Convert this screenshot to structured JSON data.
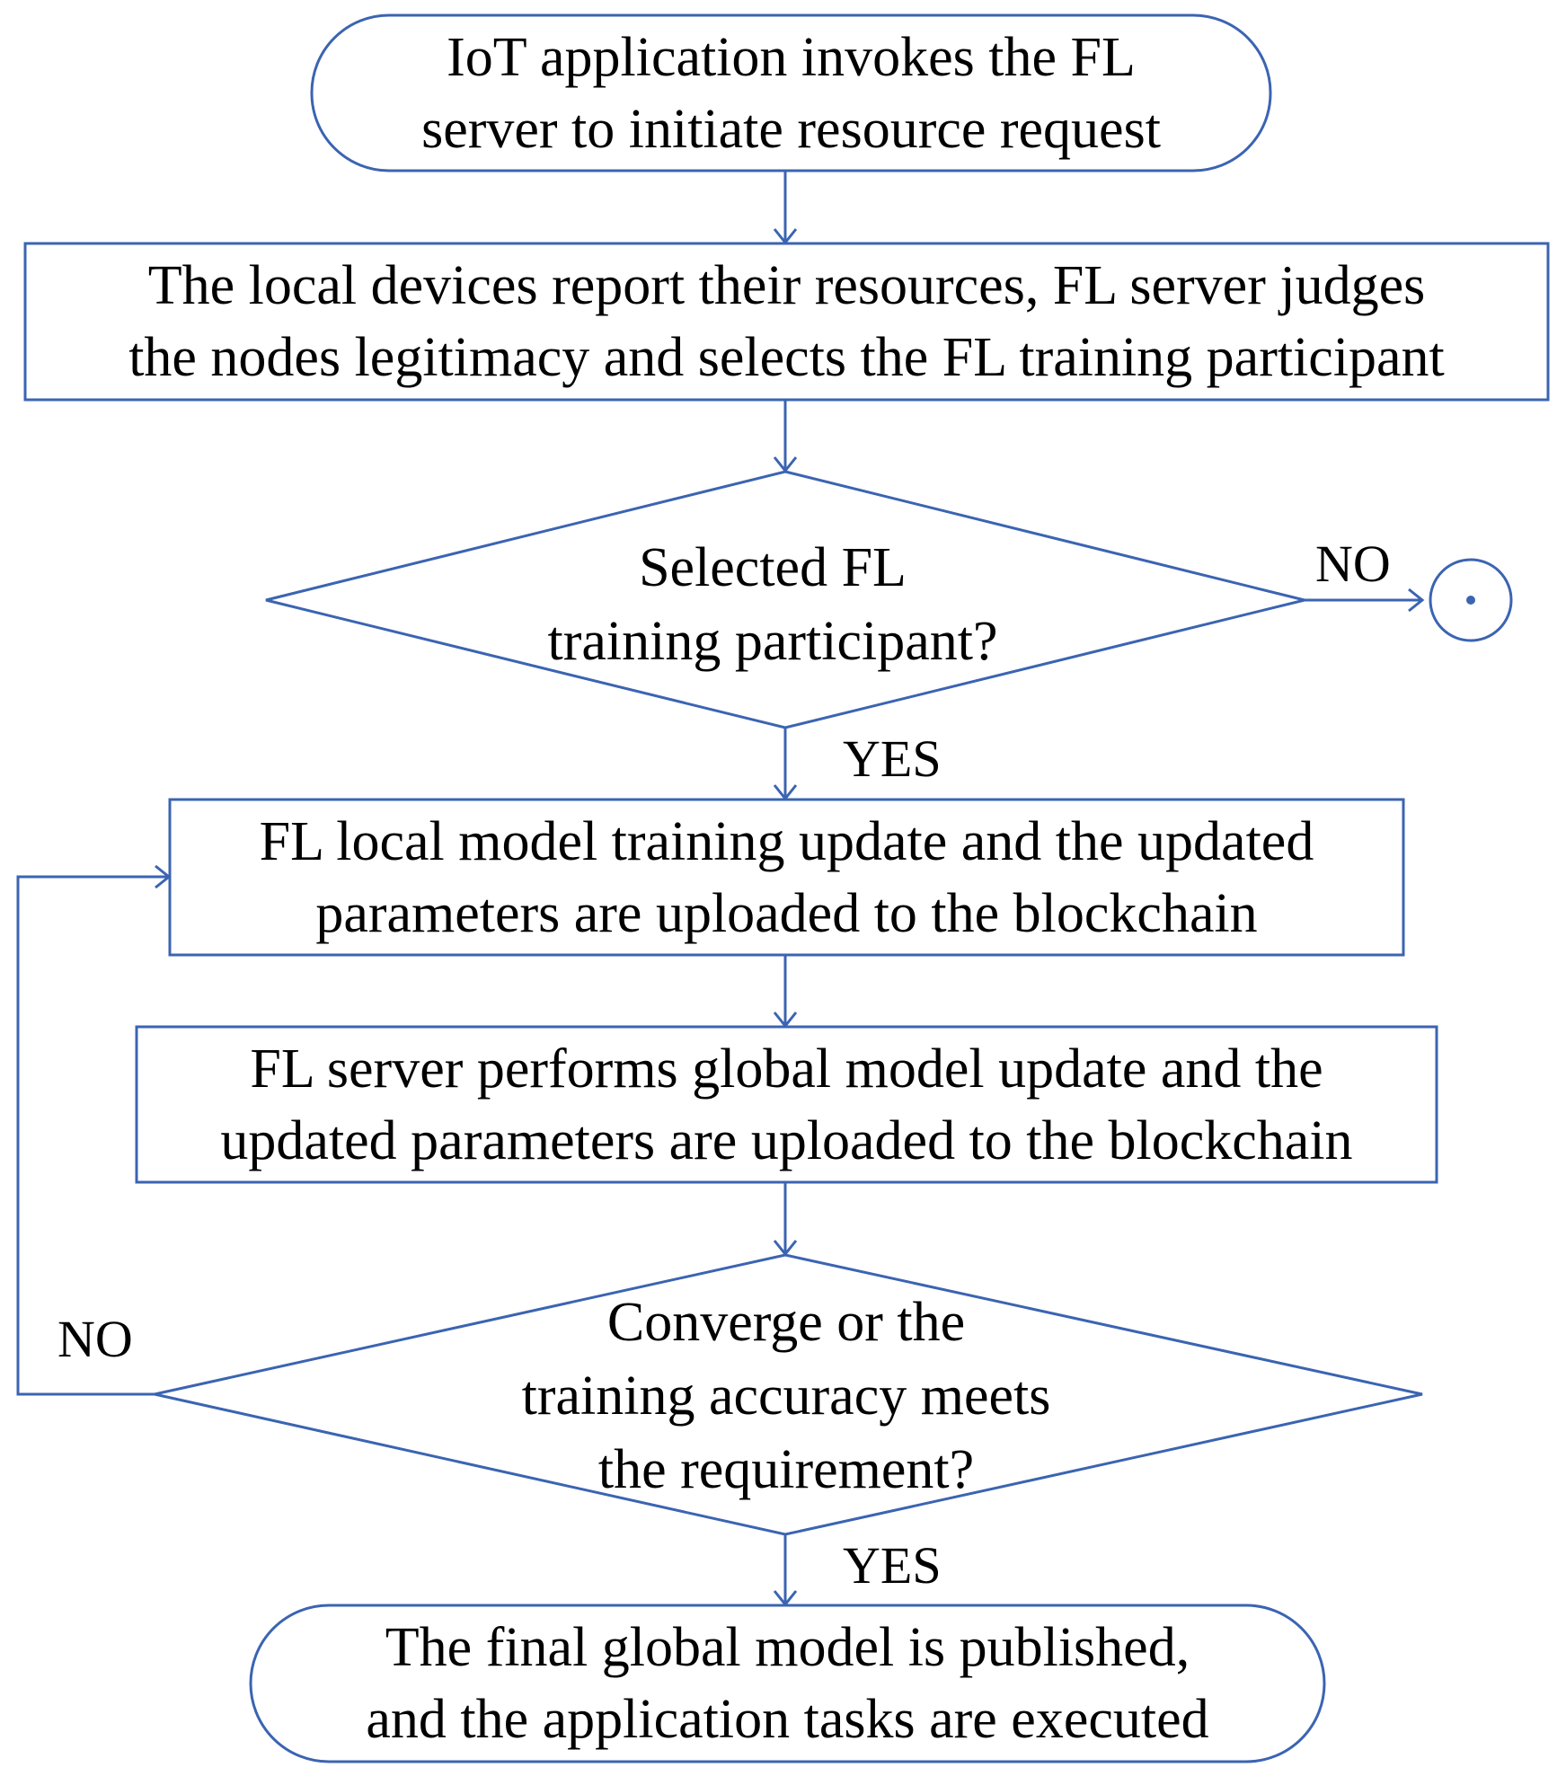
{
  "flowchart": {
    "nodes": [
      {
        "id": "start",
        "shape": "terminator",
        "lines": [
          "IoT application invokes the FL",
          "server to initiate resource request"
        ]
      },
      {
        "id": "report",
        "shape": "process",
        "lines": [
          "The local devices report their resources, FL server judges",
          "the nodes legitimacy and selects the FL training participant"
        ]
      },
      {
        "id": "decision1",
        "shape": "decision",
        "lines": [
          "Selected FL",
          "training participant?"
        ]
      },
      {
        "id": "local-train",
        "shape": "process",
        "lines": [
          "FL local model training update and the updated",
          "parameters are uploaded to the blockchain"
        ]
      },
      {
        "id": "global-update",
        "shape": "process",
        "lines": [
          "FL server performs global model update and the",
          "updated parameters are uploaded to the blockchain"
        ]
      },
      {
        "id": "decision2",
        "shape": "decision",
        "lines": [
          "Converge or the",
          "training accuracy meets",
          "the requirement?"
        ]
      },
      {
        "id": "end",
        "shape": "terminator",
        "lines": [
          "The final global model is published,",
          "and the application tasks are executed"
        ]
      }
    ],
    "edge_labels": {
      "decision1_no": "NO",
      "decision1_yes": "YES",
      "decision2_no": "NO",
      "decision2_yes": "YES"
    },
    "end_marker": "endpoint-circle",
    "stroke_color": "#3b64b2",
    "text_color": "#000000"
  }
}
